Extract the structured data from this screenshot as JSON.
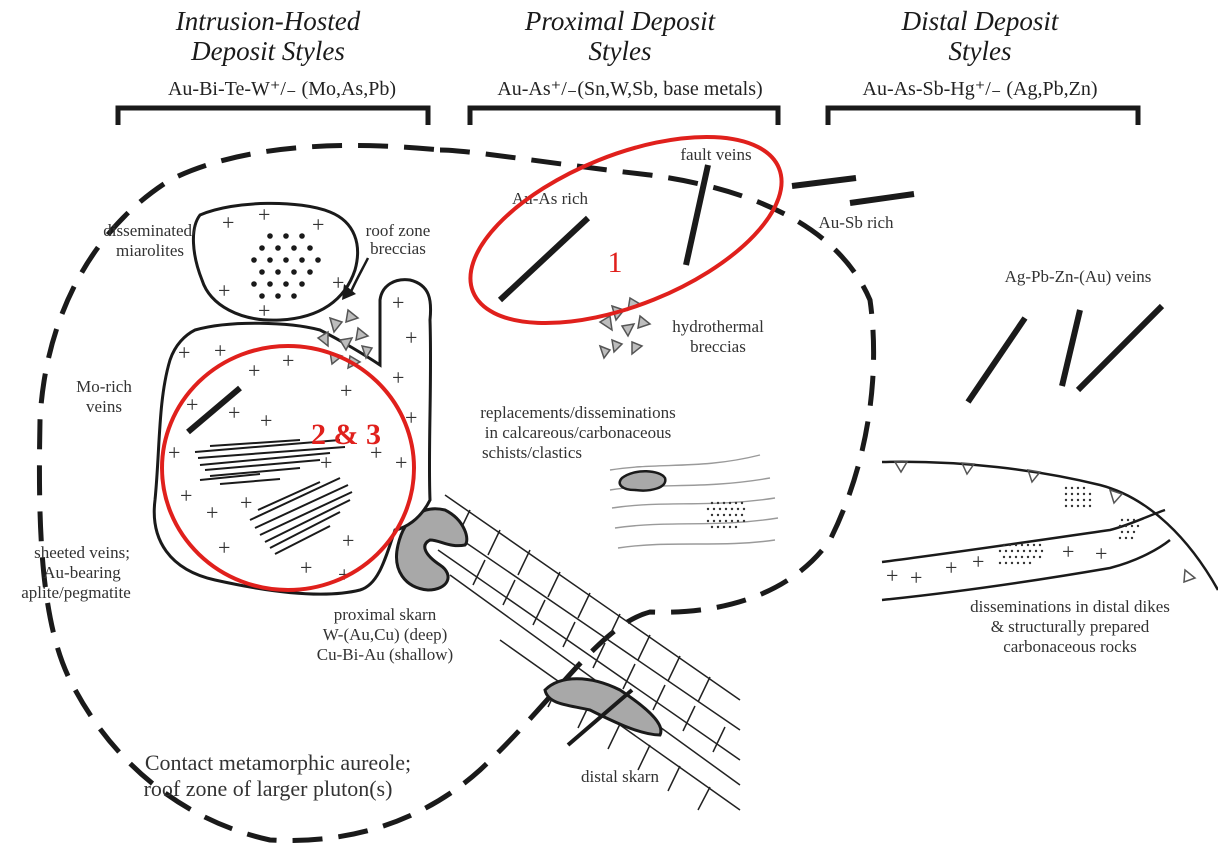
{
  "headers": {
    "intrusion": {
      "line1": "Intrusion-Hosted",
      "line2": "Deposit Styles",
      "formula": "Au-Bi-Te-W⁺/₋ (Mo,As,Pb)"
    },
    "proximal": {
      "line1": "Proximal Deposit",
      "line2": "Styles",
      "formula": "Au-As⁺/₋(Sn,W,Sb, base metals)"
    },
    "distal": {
      "line1": "Distal Deposit",
      "line2": "Styles",
      "formula": "Au-As-Sb-Hg⁺/₋ (Ag,Pb,Zn)"
    }
  },
  "labels": {
    "fault_veins": "fault veins",
    "au_as_rich": "Au-As rich",
    "au_sb_rich": "Au-Sb rich",
    "disseminated_1": "disseminated/",
    "disseminated_2": "miarolites",
    "roof_zone_1": "roof zone",
    "roof_zone_2": "breccias",
    "hydrothermal_1": "hydrothermal",
    "hydrothermal_2": "breccias",
    "ag_pb_zn": "Ag-Pb-Zn-(Au) veins",
    "mo_rich_1": "Mo-rich",
    "mo_rich_2": "veins",
    "replacements_1": "replacements/disseminations",
    "replacements_2": "in calcareous/carbonaceous",
    "replacements_3": "schists/clastics",
    "sheeted_1": "sheeted veins;",
    "sheeted_2": "Au-bearing",
    "sheeted_3": "aplite/pegmatite",
    "proximal_skarn_1": "proximal skarn",
    "proximal_skarn_2": "W-(Au,Cu) (deep)",
    "proximal_skarn_3": "Cu-Bi-Au (shallow)",
    "distal_skarn": "distal skarn",
    "distal_dikes_1": "disseminations in distal dikes",
    "distal_dikes_2": "& structurally prepared",
    "distal_dikes_3": "carbonaceous rocks",
    "aureole_1": "Contact metamorphic aureole;",
    "aureole_2": "roof zone of larger pluton(s)"
  },
  "annotations": {
    "circle_1": "1",
    "circle_2_3": "2 & 3"
  },
  "colors": {
    "ink": "#1a1a1a",
    "annotation_red": "#e0201c",
    "skarn_fill": "#a8a8a8",
    "breccia_fill": "#bdbdbd"
  }
}
